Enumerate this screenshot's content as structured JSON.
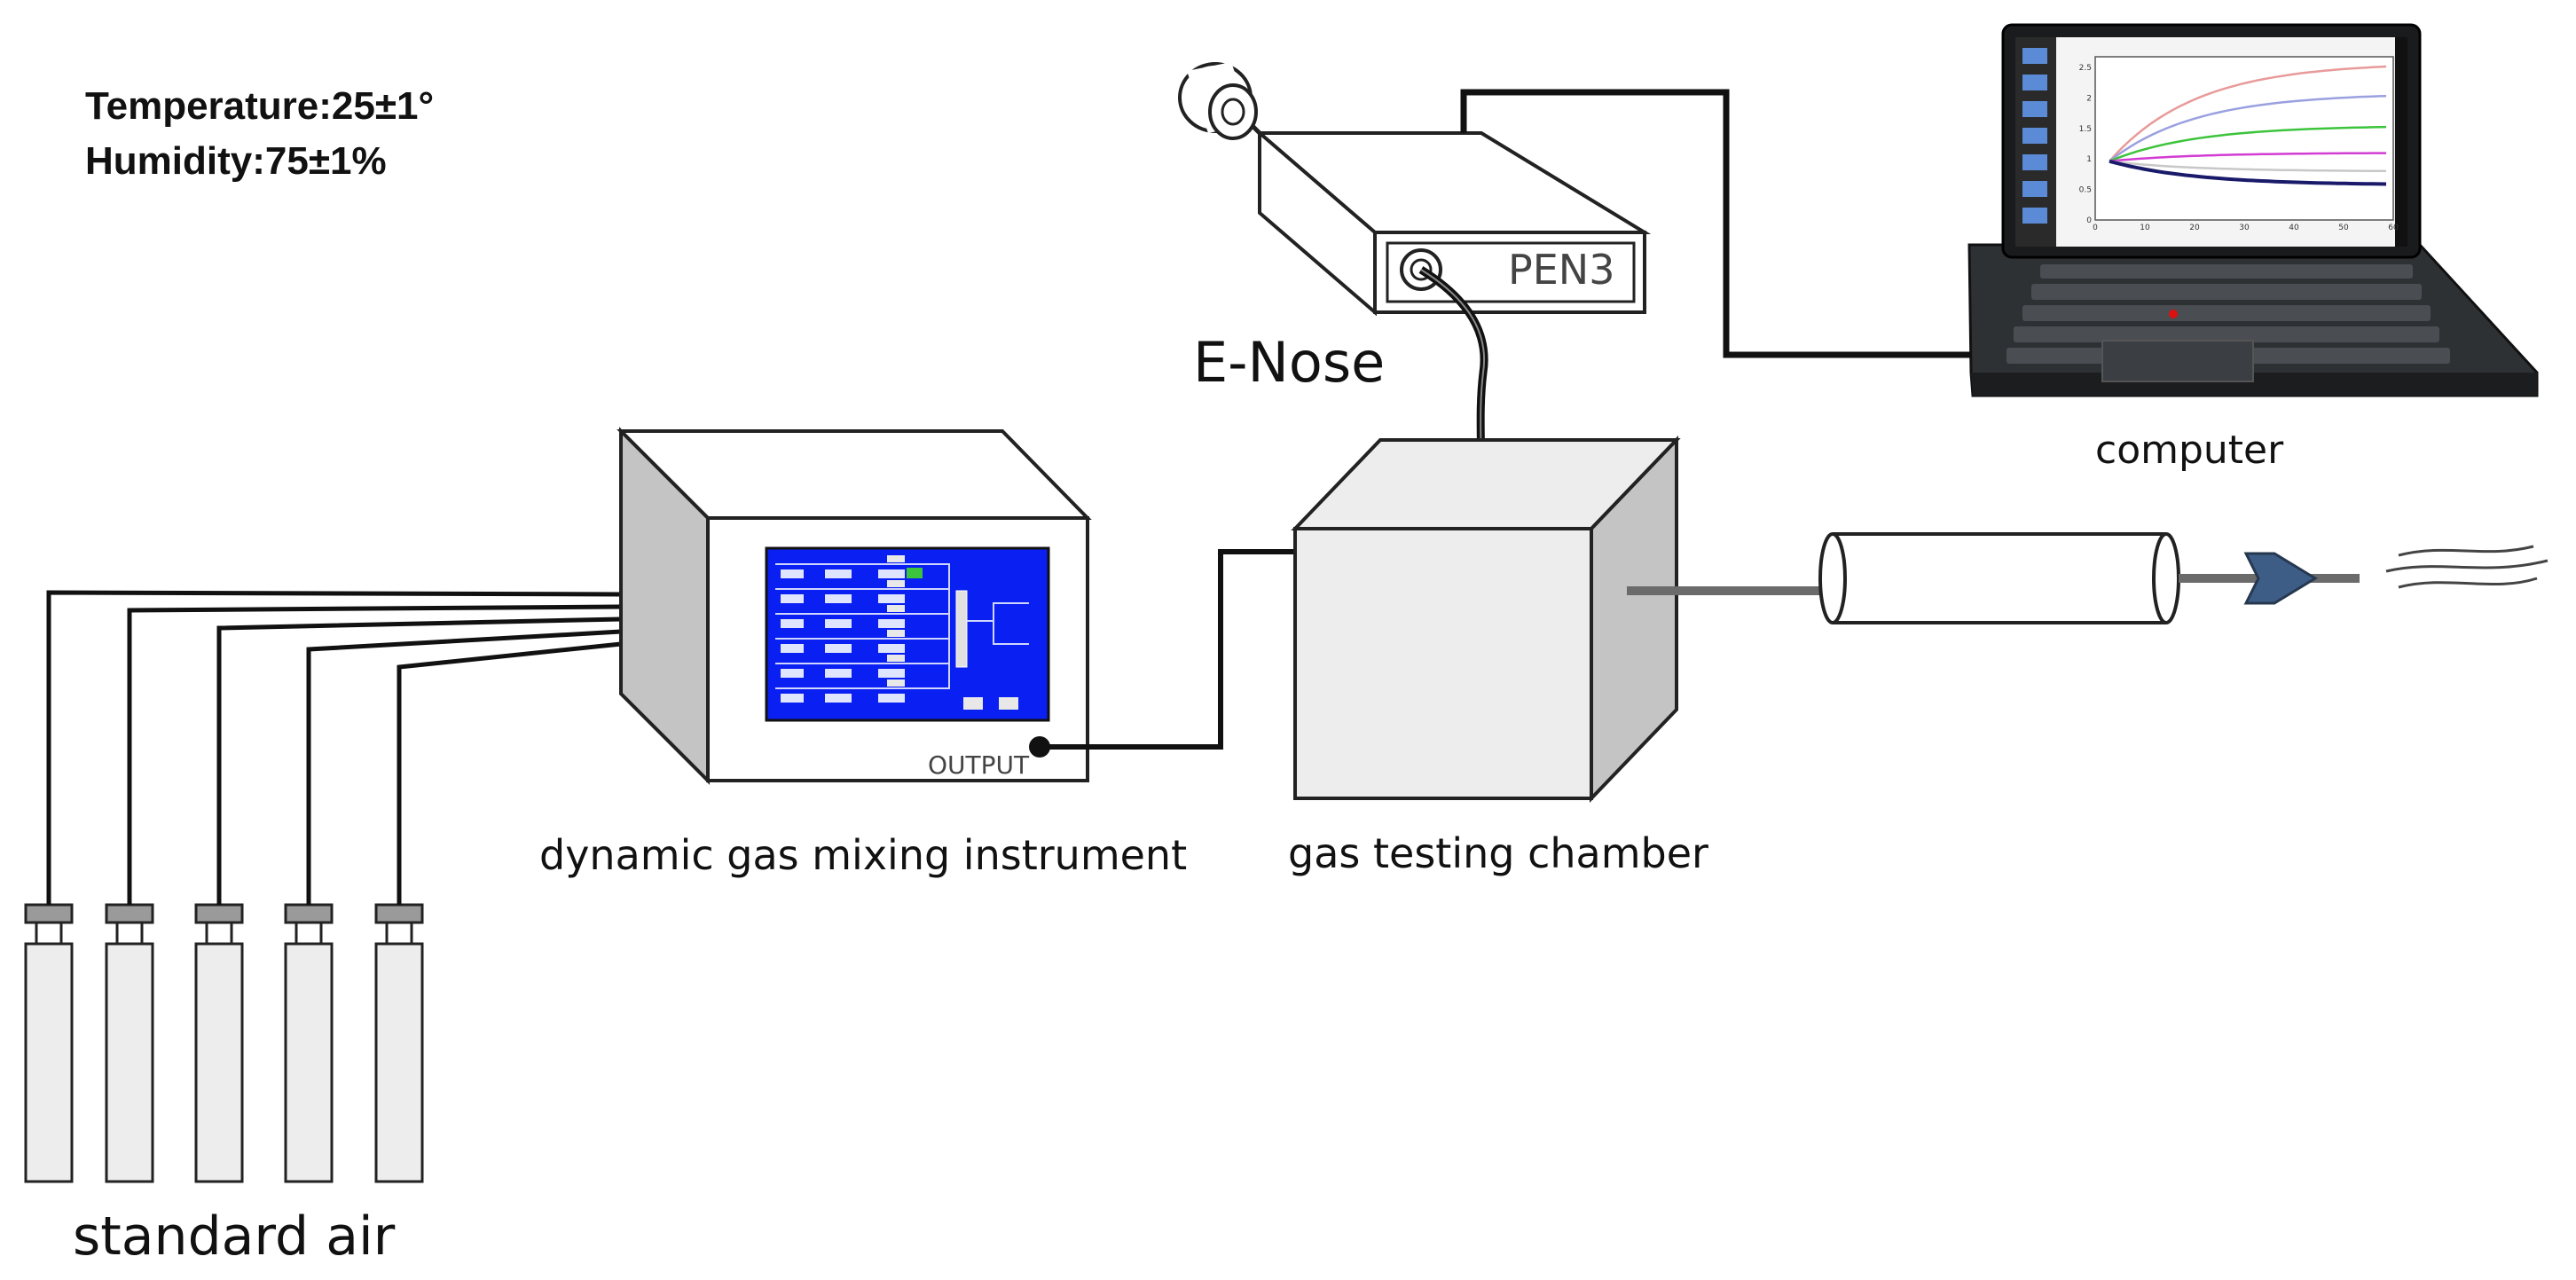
{
  "conditions": {
    "temperature": "Temperature:25±1°",
    "humidity": "Humidity:75±1%"
  },
  "labels": {
    "enose": "E-Nose",
    "pen3": "PEN3",
    "computer": "computer",
    "mixer": "dynamic gas mixing instrument",
    "output": "OUTPUT",
    "chamber": "gas testing chamber",
    "standard_air": "standard air"
  },
  "laptop_plot": {
    "x_ticks": [
      "0",
      "10",
      "20",
      "30",
      "40",
      "50",
      "60"
    ],
    "y_ticks": [
      "0",
      "0.5",
      "1",
      "1.5",
      "2",
      "2.5"
    ],
    "series_colors": [
      "#e89a9a",
      "#9aa0e0",
      "#3cc43c",
      "#d23cd2",
      "#c8c8c8",
      "#1a1a6a"
    ]
  },
  "colors": {
    "screen_blue": "#0a1ff2",
    "box_face": "#ededed",
    "box_side": "#c4c4c4",
    "arrow_blue": "#3e5d86"
  }
}
